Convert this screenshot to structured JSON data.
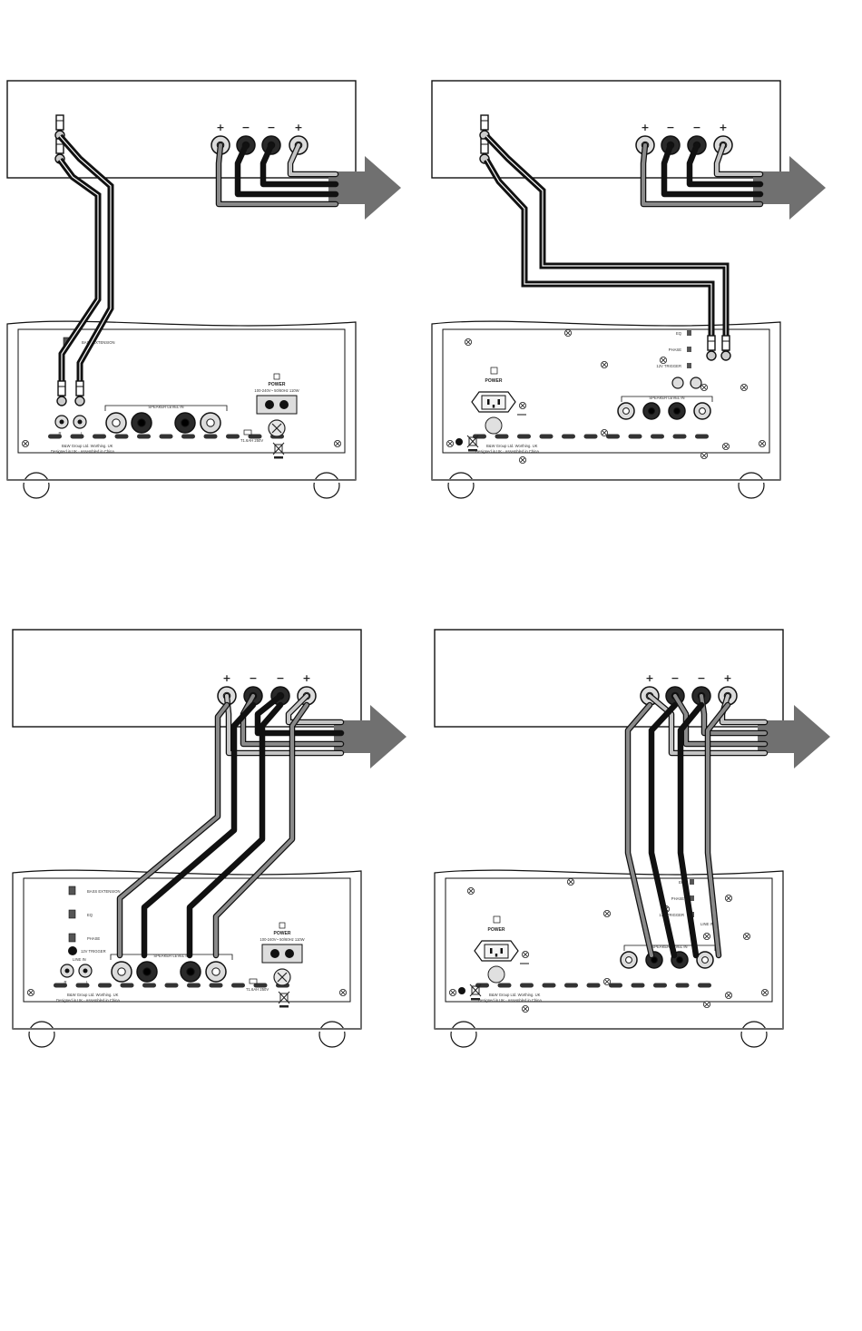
{
  "colors": {
    "arrow": "#707070",
    "terminal_red": "#dcdcdc",
    "terminal_black": "#2a2a2a",
    "cable_dark": "#111111",
    "cable_grey": "#8a8a8a",
    "cable_light": "#c4c4c4"
  },
  "polarity": [
    "+",
    "−",
    "−",
    "+"
  ],
  "icons": [
    "speaker-terminal-icon",
    "rca-plug-icon",
    "arrow-icon",
    "screw-icon",
    "iec-socket-icon",
    "weee-bin-icon"
  ],
  "panels": [
    {
      "variant": "A",
      "labels": {
        "bass_extension": "BASS EXTENSION",
        "speaker_level_in": "SPEAKER LEVEL IN",
        "power": "POWER",
        "voltage": "100-240V~  50/60Hz  110W",
        "fuse": "T1.6AH 250V",
        "rca": [
          "R",
          "L"
        ],
        "terms": [
          "+",
          "R",
          "−",
          "−",
          "L",
          "+"
        ],
        "company": "B&W Group Ltd. Worthing. UK",
        "origin": "Designed in UK · Assembled in China"
      }
    },
    {
      "variant": "B",
      "labels": {
        "eq": "EQ",
        "phase": "PHASE",
        "trigger": "12V TRIGGER",
        "speaker_level_in": "SPEAKER LEVEL IN",
        "power": "POWER",
        "rca": [
          "R",
          "L"
        ],
        "terms": [
          "+",
          "R",
          "−",
          "−",
          "L",
          "+"
        ],
        "company": "B&W Group Ltd. Worthing. UK",
        "origin": "Designed in UK · Assembled in China"
      }
    },
    {
      "variant": "A",
      "labels": {
        "bass_extension": "BASS EXTENSION",
        "eq": "EQ",
        "phase": "PHASE",
        "trigger": "12V TRIGGER",
        "line_in": "LINE IN",
        "speaker_level_in": "SPEAKER LEVEL IN",
        "power": "POWER",
        "voltage": "100-240V~  50/60Hz  110W",
        "fuse": "T1.6AH 250V",
        "rca": [
          "R",
          "L"
        ],
        "terms": [
          "+",
          "R",
          "−",
          "−",
          "L",
          "+"
        ],
        "company": "B&W Group Ltd. Worthing. UK",
        "origin": "Designed in UK · Assembled in China"
      }
    },
    {
      "variant": "B",
      "labels": {
        "eq": "EQ",
        "phase": "PHASE",
        "trigger": "12V TRIGGER",
        "line_in": "LINE IN",
        "speaker_level_in": "SPEAKER LEVEL IN",
        "power": "POWER",
        "terms": [
          "+",
          "R",
          "−",
          "−",
          "L",
          "+"
        ],
        "company": "B&W Group Ltd. Worthing. UK",
        "origin": "Designed in UK · Assembled in China"
      }
    }
  ]
}
